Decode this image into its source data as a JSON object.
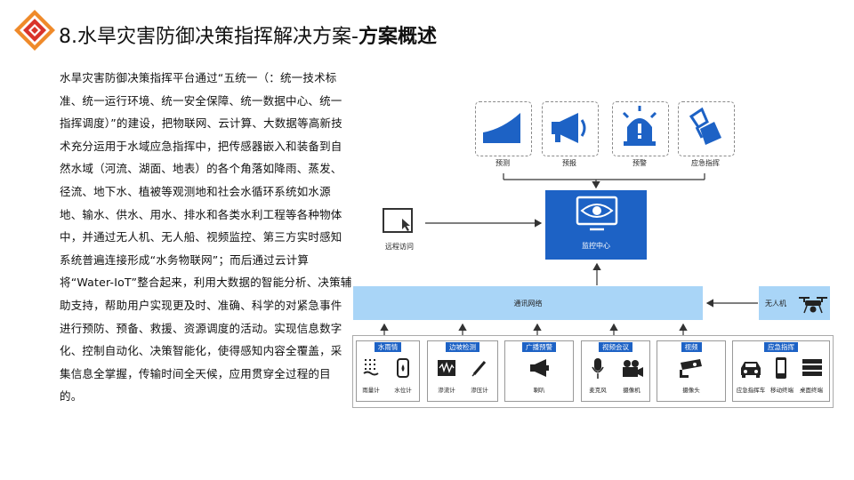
{
  "title": {
    "prefix": "8.水旱灾害防御决策指挥解决方案-",
    "bold": "方案概述"
  },
  "body_text": "水旱灾害防御决策指挥平台通过“五统一（：统一技术标准、统一运行环境、统一安全保障、统一数据中心、统一指挥调度）”的建设，把物联网、云计算、大数据等高新技术充分运用于水域应急指挥中，把传感器嵌入和装备到自然水域（河流、湖面、地表）的各个角落如降雨、蒸发、径流、地下水、植被等观测地和社会水循环系统如水源地、输水、供水、用水、排水和各类水利工程等各种物体中，并通过无人机、无人船、视频监控、第三方实时感知系统普遍连接形成“水务物联网”；而后通过云计算将“Water-IoT”整合起来，利用大数据的智能分析、决策辅助支持，帮助用户实现更及时、准确、科学的对紧急事件进行预防、预备、救援、资源调度的活动。实现信息数字化、控制自动化、决策智能化，使得感知内容全覆盖，采集信息全掌握，传输时间全天候，应用贯穿全过程的目的。",
  "diagram": {
    "top_items": [
      {
        "label": "预测",
        "icon": "rising-area-icon"
      },
      {
        "label": "预报",
        "icon": "megaphone-icon"
      },
      {
        "label": "预警",
        "icon": "siren-icon"
      },
      {
        "label": "应急指挥",
        "icon": "command-icon"
      }
    ],
    "monitor_center": "监控中心",
    "remote_access": "远程访问",
    "network": "通讯网络",
    "uav": "无人机",
    "groups": [
      {
        "title": "水雨情",
        "devices": [
          "雨量计",
          "水位计"
        ]
      },
      {
        "title": "边坡检测",
        "devices": [
          "渗流计",
          "渗压计"
        ]
      },
      {
        "title": "广播预警",
        "devices": [
          "喇叭"
        ]
      },
      {
        "title": "视频会议",
        "devices": [
          "麦克风",
          "摄像机"
        ]
      },
      {
        "title": "视频",
        "devices": [
          "摄像头"
        ]
      },
      {
        "title": "应急指挥",
        "devices": [
          "应急指挥车",
          "移动终端",
          "桌面终端"
        ]
      }
    ],
    "colors": {
      "primary": "#1d62c5",
      "network": "#a9d5f7",
      "logo_red": "#d9332b",
      "logo_orange": "#ef8a2a"
    }
  }
}
